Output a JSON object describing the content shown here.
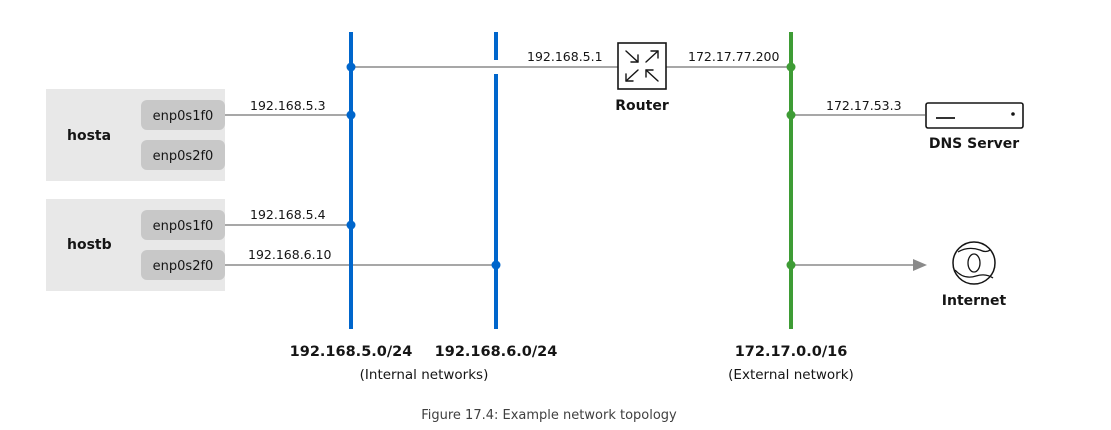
{
  "hosts": [
    {
      "name": "hosta",
      "nics": [
        "enp0s1f0",
        "enp0s2f0"
      ]
    },
    {
      "name": "hostb",
      "nics": [
        "enp0s1f0",
        "enp0s2f0"
      ]
    }
  ],
  "links": {
    "hosta_nic1_ip": "192.168.5.3",
    "hostb_nic1_ip": "192.168.5.4",
    "hostb_nic2_ip": "192.168.6.10",
    "router_internal_ip": "192.168.5.1",
    "router_external_ip": "172.17.77.200",
    "dns_ip": "172.17.53.3"
  },
  "nodes": {
    "router_label": "Router",
    "dns_label": "DNS Server",
    "internet_label": "Internet"
  },
  "networks": [
    {
      "cidr": "192.168.5.0/24",
      "color": "#0066cc"
    },
    {
      "cidr": "192.168.6.0/24",
      "color": "#0066cc"
    },
    {
      "cidr": "172.17.0.0/16",
      "color": "#3e9c35"
    }
  ],
  "network_groups": {
    "internal": "(Internal networks)",
    "external": "(External network)"
  },
  "caption": "Figure 17.4: Example network topology"
}
